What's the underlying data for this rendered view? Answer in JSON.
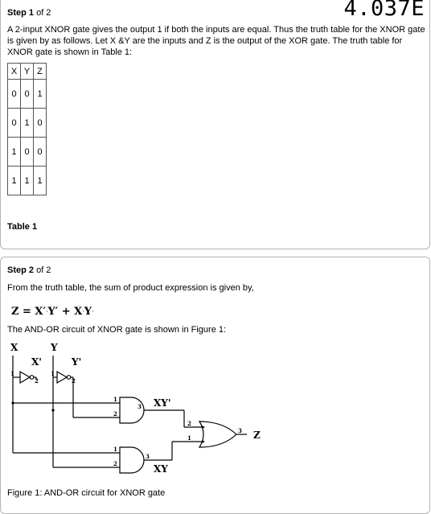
{
  "step1": {
    "title_bold": "Step 1",
    "title_rest": " of 2",
    "problem_id": "4.037E",
    "paragraph": "A 2-input XNOR gate gives the output 1 if both the inputs are equal. Thus the truth table for the XNOR gate is given by as follows. Let X &Y are the inputs and Z is the output of the XOR gate. The truth table for XNOR gate is shown in Table 1:",
    "table": {
      "headers": [
        "X",
        "Y",
        "Z"
      ],
      "rows": [
        [
          "0",
          "0",
          "1"
        ],
        [
          "0",
          "1",
          "0"
        ],
        [
          "1",
          "0",
          "0"
        ],
        [
          "1",
          "1",
          "1"
        ]
      ]
    },
    "caption": "Table 1"
  },
  "step2": {
    "title_bold": "Step 2",
    "title_rest": " of 2",
    "intro": "From the truth table, the sum of product expression is given by,",
    "expression": {
      "left": "Z = X′",
      "mid": "Y′ + X",
      "right": "Y",
      "dot": "·"
    },
    "circuit_intro": "The AND-OR circuit of XNOR gate is shown in Figure 1:",
    "figure": {
      "input_x": "X",
      "input_y": "Y",
      "not_x": "X'",
      "not_y": "Y'",
      "and1_out": "XY'",
      "and2_out": "XY",
      "output": "Z",
      "pin_1": "1",
      "pin_2": "2",
      "pin_3": "3"
    },
    "figure_caption": "Figure 1: AND-OR circuit for XNOR gate"
  }
}
